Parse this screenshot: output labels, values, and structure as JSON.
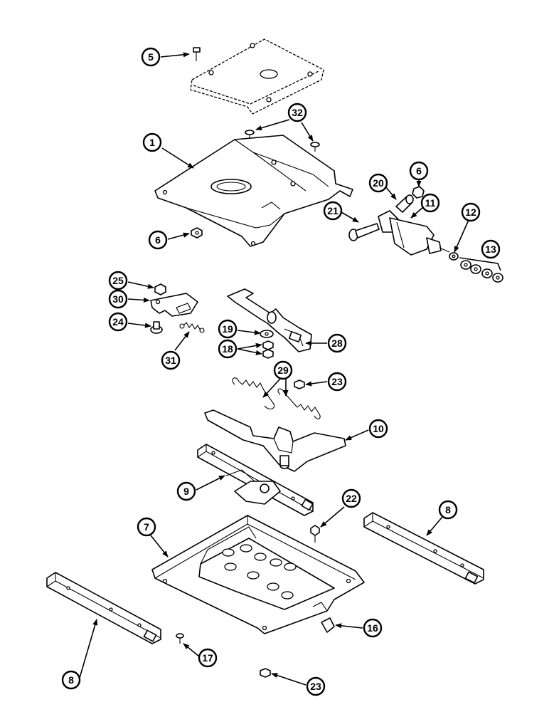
{
  "callouts": [
    {
      "id": "c5",
      "label": "5"
    },
    {
      "id": "c32",
      "label": "32"
    },
    {
      "id": "c1",
      "label": "1"
    },
    {
      "id": "c6a",
      "label": "6"
    },
    {
      "id": "c20",
      "label": "20"
    },
    {
      "id": "c11",
      "label": "11"
    },
    {
      "id": "c12",
      "label": "12"
    },
    {
      "id": "c13",
      "label": "13"
    },
    {
      "id": "c21",
      "label": "21"
    },
    {
      "id": "c6b",
      "label": "6"
    },
    {
      "id": "c25",
      "label": "25"
    },
    {
      "id": "c30",
      "label": "30"
    },
    {
      "id": "c24",
      "label": "24"
    },
    {
      "id": "c19",
      "label": "19"
    },
    {
      "id": "c18",
      "label": "18"
    },
    {
      "id": "c28",
      "label": "28"
    },
    {
      "id": "c31",
      "label": "31"
    },
    {
      "id": "c29",
      "label": "29"
    },
    {
      "id": "c23a",
      "label": "23"
    },
    {
      "id": "c10",
      "label": "10"
    },
    {
      "id": "c9",
      "label": "9"
    },
    {
      "id": "c22",
      "label": "22"
    },
    {
      "id": "c8a",
      "label": "8"
    },
    {
      "id": "c7",
      "label": "7"
    },
    {
      "id": "c16",
      "label": "16"
    },
    {
      "id": "c8b",
      "label": "8"
    },
    {
      "id": "c17",
      "label": "17"
    },
    {
      "id": "c23b",
      "label": "23"
    }
  ]
}
